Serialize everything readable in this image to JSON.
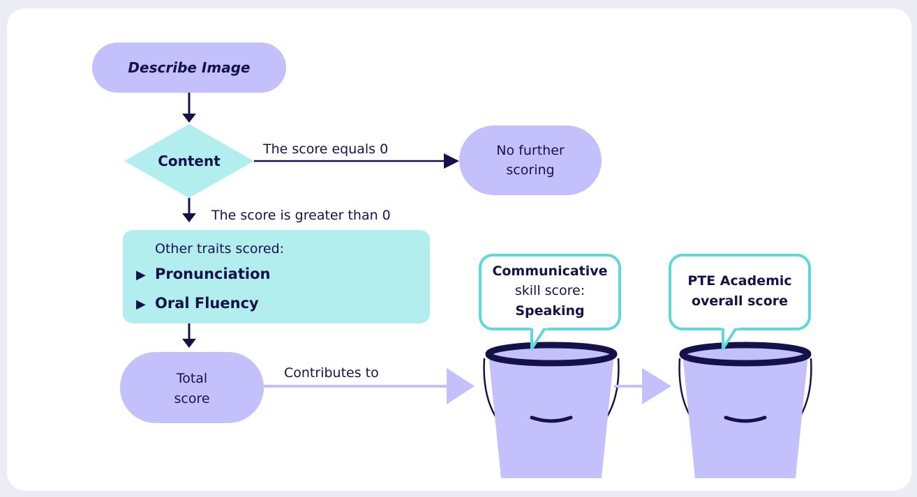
{
  "start_node": {
    "label": "Describe Image"
  },
  "decision_node": {
    "label": "Content"
  },
  "branch_zero": {
    "label": "The score equals 0"
  },
  "end_node": {
    "line1": "No further",
    "line2": "scoring"
  },
  "branch_positive": {
    "label": "The score is greater than 0"
  },
  "traits_box": {
    "heading": "Other traits scored:",
    "items": [
      {
        "marker": "▶",
        "label": "Pronunciation"
      },
      {
        "marker": "▶",
        "label": "Oral Fluency"
      }
    ]
  },
  "total_node": {
    "line1": "Total",
    "line2": "score"
  },
  "contributes": {
    "label": "Contributes to"
  },
  "bucket_speaking": {
    "line1": "Communicative",
    "line2": "skill score:",
    "line3": "Speaking"
  },
  "bucket_overall": {
    "line1": "PTE Academic",
    "line2": "overall score"
  },
  "colors": {
    "lavender": "#c4c0fb",
    "mint": "#b2eeee",
    "teal": "#5ed8d8",
    "navy": "#15124a",
    "background": "#ececf4"
  }
}
